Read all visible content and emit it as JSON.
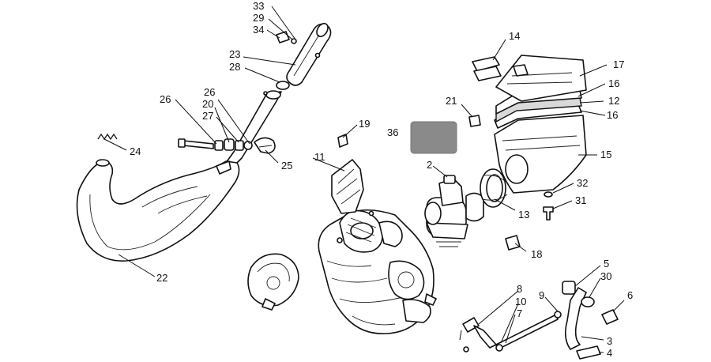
{
  "callouts": [
    {
      "id": "33",
      "text": "33"
    },
    {
      "id": "29",
      "text": "29"
    },
    {
      "id": "34",
      "text": "34"
    },
    {
      "id": "23",
      "text": "23"
    },
    {
      "id": "28",
      "text": "28"
    },
    {
      "id": "26a",
      "text": "26"
    },
    {
      "id": "26b",
      "text": "26"
    },
    {
      "id": "20",
      "text": "20"
    },
    {
      "id": "27",
      "text": "27"
    },
    {
      "id": "24",
      "text": "24"
    },
    {
      "id": "25",
      "text": "25"
    },
    {
      "id": "22",
      "text": "22"
    },
    {
      "id": "19",
      "text": "19"
    },
    {
      "id": "11",
      "text": "11"
    },
    {
      "id": "36",
      "text": "36"
    },
    {
      "id": "2",
      "text": "2"
    },
    {
      "id": "21",
      "text": "21"
    },
    {
      "id": "14",
      "text": "14"
    },
    {
      "id": "17",
      "text": "17"
    },
    {
      "id": "16a",
      "text": "16"
    },
    {
      "id": "12",
      "text": "12"
    },
    {
      "id": "16b",
      "text": "16"
    },
    {
      "id": "15",
      "text": "15"
    },
    {
      "id": "32",
      "text": "32"
    },
    {
      "id": "31",
      "text": "31"
    },
    {
      "id": "13",
      "text": "13"
    },
    {
      "id": "18",
      "text": "18"
    },
    {
      "id": "5",
      "text": "5"
    },
    {
      "id": "30",
      "text": "30"
    },
    {
      "id": "9",
      "text": "9"
    },
    {
      "id": "6",
      "text": "6"
    },
    {
      "id": "8",
      "text": "8"
    },
    {
      "id": "10",
      "text": "10"
    },
    {
      "id": "7",
      "text": "7"
    },
    {
      "id": "3",
      "text": "3"
    },
    {
      "id": "4",
      "text": "4"
    }
  ]
}
